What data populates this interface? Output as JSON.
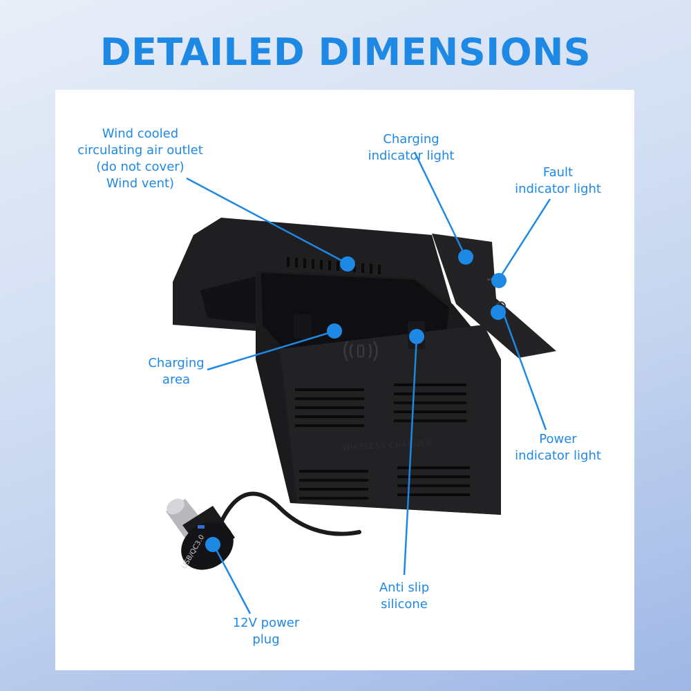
{
  "title": "DETAILED DIMENSIONS",
  "product_print": {
    "device_text": "WIRELESS CHARGER",
    "plug_text": "USB/QC3.0"
  },
  "labels": {
    "wind_vent": [
      "Wind cooled",
      "circulating air outlet",
      "(do not cover)",
      "Wind vent)"
    ],
    "charging_indicator": [
      "Charging",
      "indicator light"
    ],
    "fault_indicator": [
      "Fault",
      "indicator light"
    ],
    "charging_area": [
      "Charging",
      "area"
    ],
    "power_indicator": [
      "Power",
      "indicator light"
    ],
    "anti_slip": [
      "Anti slip",
      "silicone"
    ],
    "power_plug": [
      "12V power",
      "plug"
    ]
  },
  "colors": {
    "accent": "#1e88e5",
    "device": "#1b1b1d"
  }
}
